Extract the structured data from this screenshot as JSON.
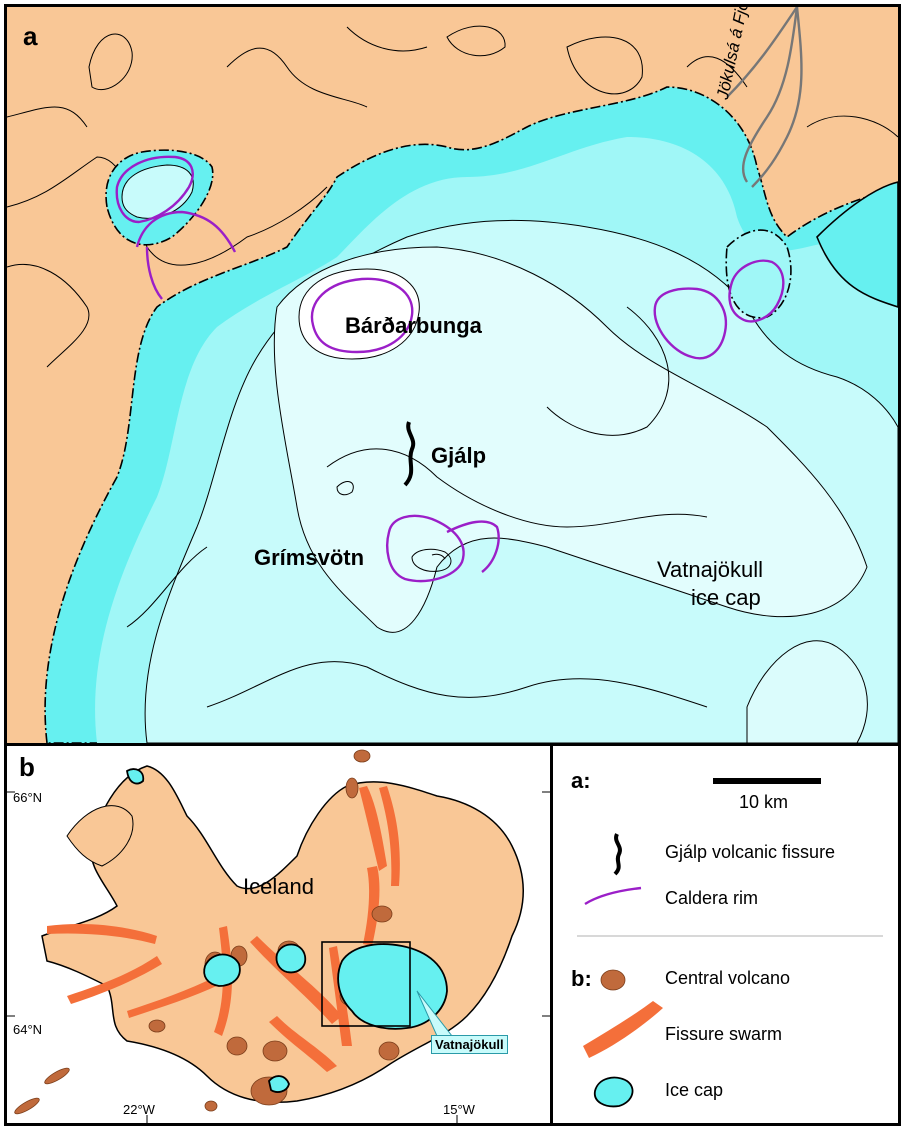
{
  "panel_a": {
    "letter": "a",
    "labels": {
      "bardarbunga": "Bárðarbunga",
      "gjalp": "Gjálp",
      "grimsvotn": "Grímsvötn",
      "ice_cap_line1": "Vatnajökull",
      "ice_cap_line2": "ice cap",
      "river": "Jökulsá á Fjöllum"
    }
  },
  "panel_b": {
    "letter": "b",
    "country": "Iceland",
    "callout": "Vatnajökull",
    "lat_ticks": [
      "66°N",
      "64°N"
    ],
    "lon_ticks": [
      "22°W",
      "15°W"
    ]
  },
  "legend": {
    "section_a": "a:",
    "scale": "10 km",
    "fissure": "Gjálp volcanic fissure",
    "caldera": "Caldera rim",
    "section_b": "b:",
    "volcano": "Central volcano",
    "swarm": "Fissure swarm",
    "icecap": "Ice cap"
  },
  "colors": {
    "land": "#f9c796",
    "ice_low": "#66f0f0",
    "ice_mid": "#a0f7f7",
    "ice_high": "#c8fbfb",
    "ice_top": "#e2fdfd",
    "caldera": "#9b1fc8",
    "volcano": "#c06a3c",
    "swarm": "#f46f3a",
    "river": "#777777"
  }
}
